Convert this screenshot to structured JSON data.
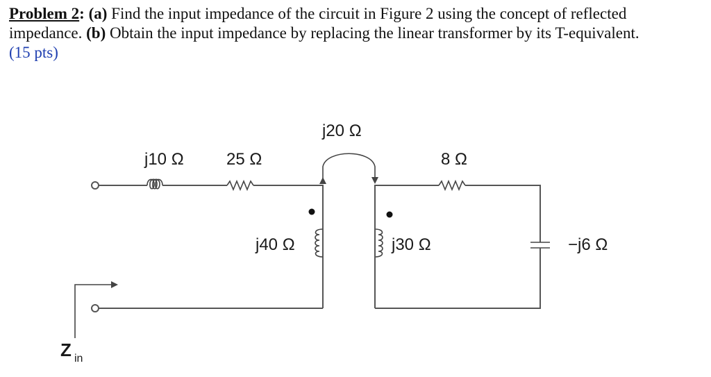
{
  "problem": {
    "label": "Problem 2",
    "colon": ":",
    "part_a_marker": "(a)",
    "part_a_text": "Find the input impedance of the circuit in Figure 2 using the concept of reflected impedance.",
    "part_b_marker": "(b)",
    "part_b_text": "Obtain the input impedance by replacing the linear transformer by its T-equivalent.",
    "points": "(15 pts)"
  },
  "circuit": {
    "series_inductor": "j10 Ω",
    "series_resistor": "25 Ω",
    "mutual_inductance": "j20 Ω",
    "load_resistor": "8 Ω",
    "primary_inductor": "j40 Ω",
    "secondary_inductor": "j30 Ω",
    "capacitor": "−j6 Ω",
    "zin_main": "Z",
    "zin_sub": "in"
  },
  "colors": {
    "points_text": "#1f3fb0",
    "wire": "#555555"
  }
}
